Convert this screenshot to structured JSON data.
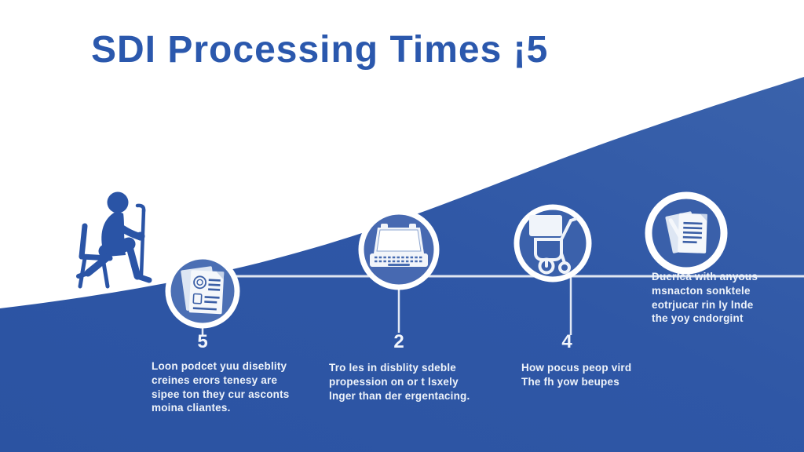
{
  "title": "SDI Processing Times ¡5",
  "colors": {
    "accent_blue": "#2b58ad",
    "wave_blue": "#2f57a6",
    "circle_blue": "#4a6db3",
    "text_white": "#eef3fa"
  },
  "illustration": {
    "person": "seated-person-with-cane"
  },
  "timeline": {
    "steps": [
      {
        "number": "5",
        "icon": "fingerprint-documents-icon",
        "description": "Loon podcet yuu diseblity\ncreines erors tenesy are\nsipee ton they cur asconts\nmoina cliantes."
      },
      {
        "number": "2",
        "icon": "laptop-icon",
        "description": "Tro les in disblity sdeble\npropession on or t lsxely\nlnger than der ergentacing."
      },
      {
        "number": "4",
        "icon": "stroller-icon",
        "description": "How pocus peop vird\nThe fh yow beupes"
      },
      {
        "number": "",
        "icon": "document-pen-icon",
        "description": "Duerica with anyous\nmsnacton sonktele\neotrjucar rin ly lnde\nthe yoy cndorgint"
      }
    ]
  }
}
